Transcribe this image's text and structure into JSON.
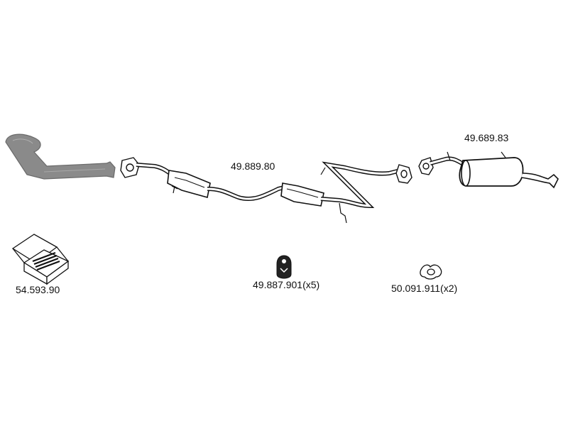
{
  "parts": {
    "front_pipe": {
      "code": ""
    },
    "middle_section": {
      "code": "49.889.80"
    },
    "rear_silencer": {
      "code": "49.689.83"
    },
    "mounting_kit": {
      "code": "54.593.90"
    },
    "rubber_hanger": {
      "code": "49.887.901(x5)"
    },
    "flange_gasket": {
      "code": "50.091.911(x2)"
    }
  },
  "colors": {
    "line": "#111111",
    "front_pipe_fill": "#8a8a8a",
    "front_pipe_stroke": "#6a6a6a",
    "part_fill": "#ffffff",
    "hanger_fill": "#222222"
  }
}
